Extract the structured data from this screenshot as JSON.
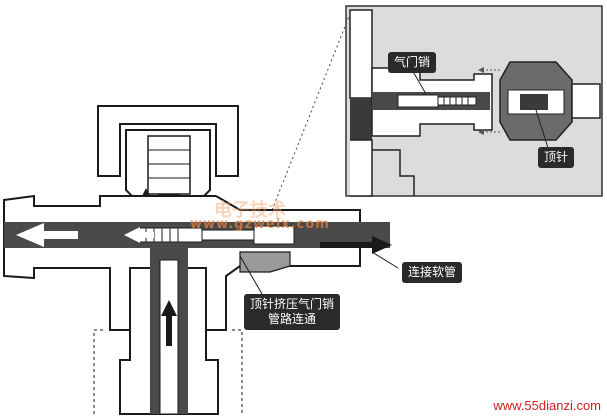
{
  "labels": {
    "valve_pin": "气门销",
    "ejector_pin": "顶针",
    "hose_connection": "连接软管",
    "pin_pushes_valve": "顶针挤压气门销",
    "pipeline_connected": "管路连通"
  },
  "watermark": {
    "cjk": "电子技术",
    "url": "www.gzweix.com"
  },
  "source_site": "www.55dianzi.com",
  "colors": {
    "line": "#1a1a1a",
    "channel": "#4a4a4a",
    "inset_bg": "#d9d9d9",
    "label_bg": "#2a2a2a",
    "source_site": "#d02020"
  }
}
